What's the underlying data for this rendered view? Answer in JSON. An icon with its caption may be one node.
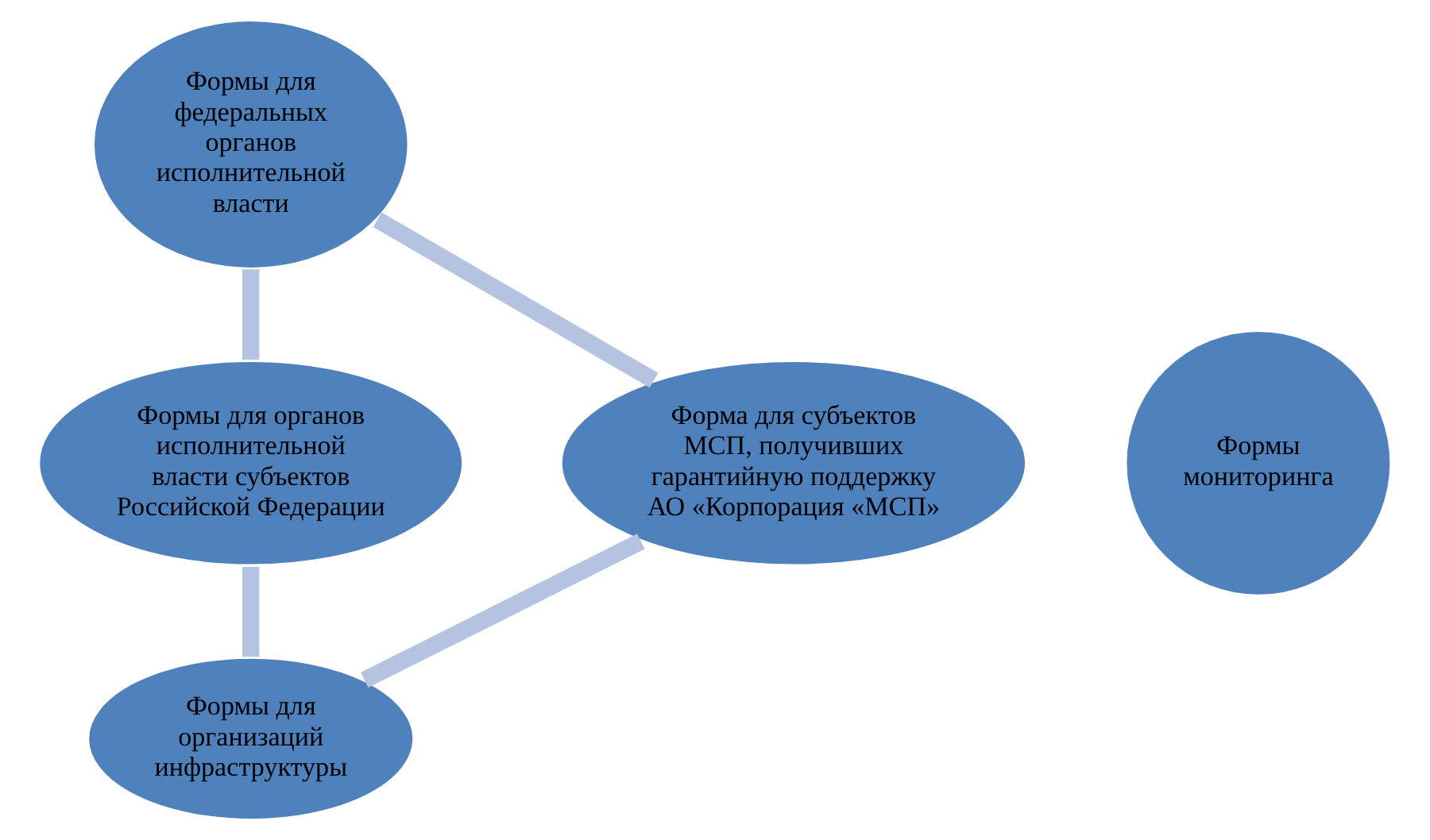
{
  "diagram": {
    "nodes": [
      {
        "text": [
          "Формы для федеральных органов исполнительной власти"
        ]
      },
      {
        "text": [
          "Форма для субъектов МСП, получивших гарантийную поддержку АО «Корпорация «МСП»"
        ]
      },
      {
        "text": [
          "Формы мониторинга"
        ]
      },
      {
        "text": [
          "Формы для органов исполнительной власти субъектов Российской Федерации"
        ]
      },
      {
        "text": [
          "Формы для организаций инфраструктуры"
        ]
      }
    ],
    "edges": [
      {
        "from": 0,
        "to": 3,
        "arrow": "none"
      },
      {
        "from": 3,
        "to": 4,
        "arrow": "none"
      },
      {
        "from": 4,
        "to": 1,
        "arrow": "none"
      },
      {
        "from": 1,
        "to": 0,
        "arrow": "none"
      }
    ]
  }
}
